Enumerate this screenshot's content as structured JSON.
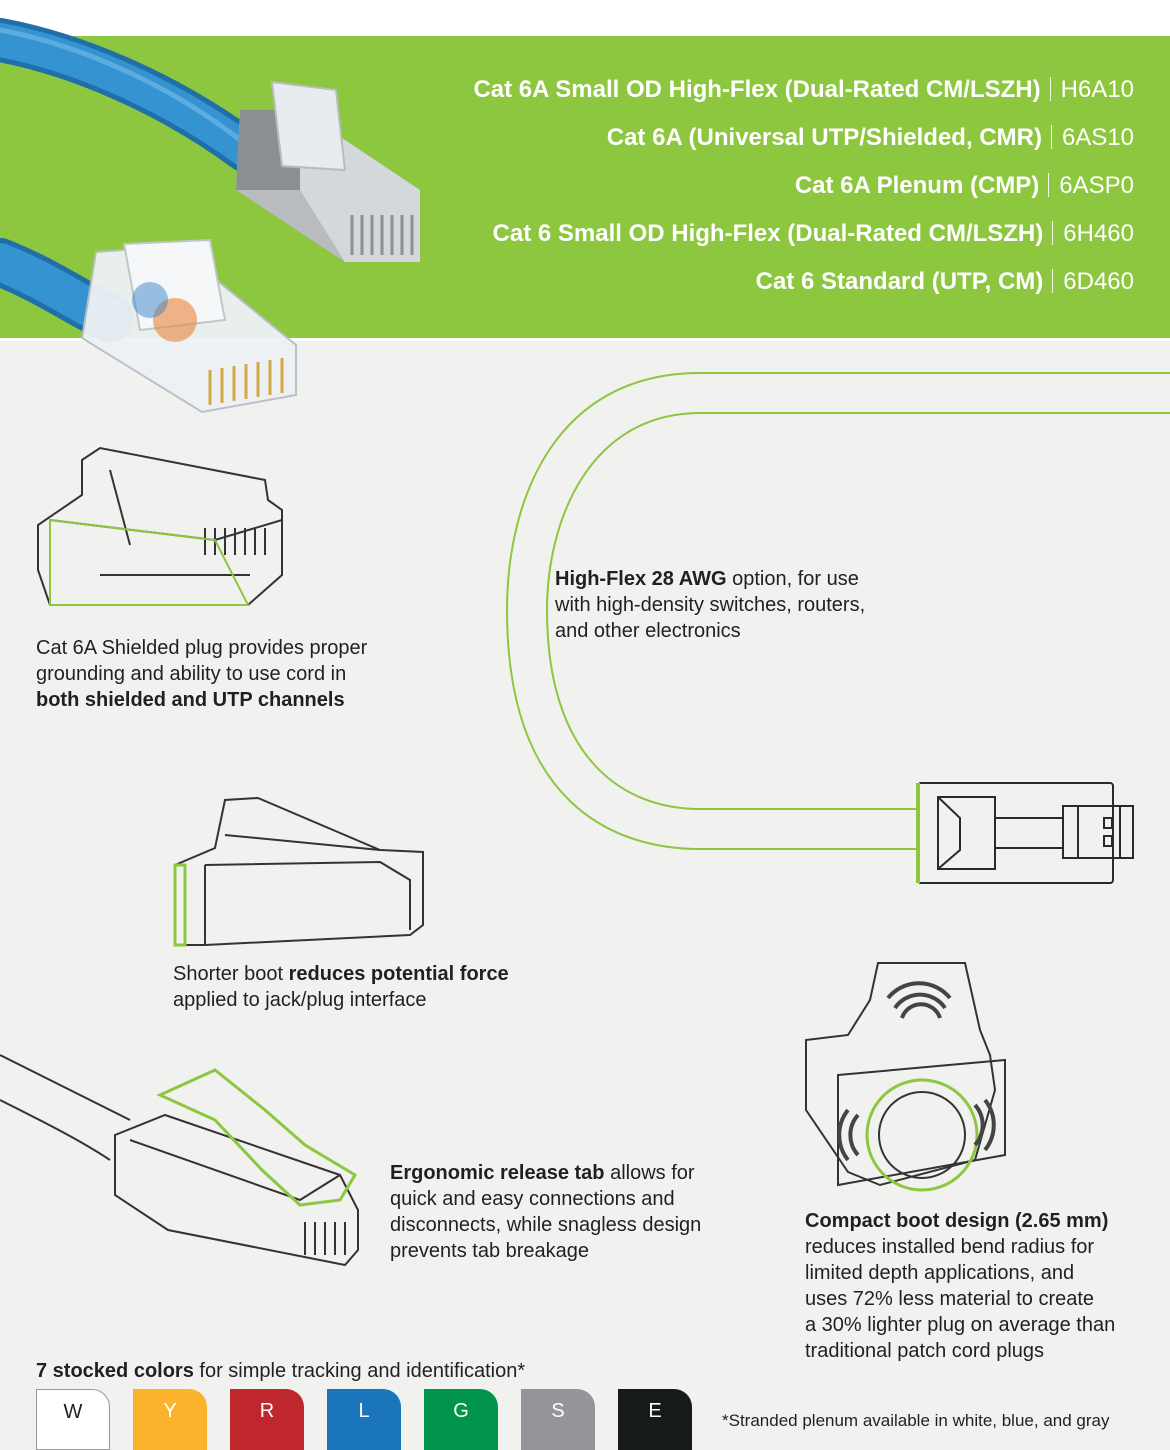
{
  "products": [
    {
      "name": "Cat 6A Small OD High-Flex (Dual-Rated CM/LSZH)",
      "code": "H6A10"
    },
    {
      "name": "Cat 6A (Universal UTP/Shielded, CMR)",
      "code": "6AS10"
    },
    {
      "name": "Cat 6A Plenum (CMP)",
      "code": "6ASP0"
    },
    {
      "name": "Cat 6 Small OD High-Flex (Dual-Rated CM/LSZH)",
      "code": "6H460"
    },
    {
      "name": "Cat 6 Standard (UTP, CM)",
      "code": "6D460"
    }
  ],
  "features": {
    "shielded": {
      "line1": "Cat 6A Shielded plug provides proper",
      "line2": "grounding and ability to use cord in",
      "bold": "both shielded and UTP channels"
    },
    "highflex": {
      "bold": "High-Flex 28 AWG",
      "line1_rest": " option, for use",
      "line2": "with high-density switches, routers,",
      "line3": "and other electronics"
    },
    "boot": {
      "line1_pre": "Shorter boot ",
      "bold": "reduces potential force",
      "line2": "applied to jack/plug interface"
    },
    "tab": {
      "bold": "Ergonomic release tab",
      "line1_rest": " allows for",
      "line2": "quick and easy connections and",
      "line3": "disconnects, while snagless design",
      "line4": "prevents tab breakage"
    },
    "compact": {
      "bold": "Compact boot design (2.65 mm)",
      "line2": "reduces installed bend radius for",
      "line3": "limited depth applications, and",
      "line4": "uses 72% less material to create",
      "line5": "a 30% lighter plug on average than",
      "line6": "traditional patch cord plugs"
    }
  },
  "colors": {
    "heading_bold": "7 stocked colors",
    "heading_rest": " for simple tracking and identification*",
    "swatches": [
      {
        "letter": "W",
        "hex": "#ffffff"
      },
      {
        "letter": "Y",
        "hex": "#fbb32d"
      },
      {
        "letter": "R",
        "hex": "#c0272d"
      },
      {
        "letter": "L",
        "hex": "#1b75bb"
      },
      {
        "letter": "G",
        "hex": "#00954a"
      },
      {
        "letter": "S",
        "hex": "#939598"
      },
      {
        "letter": "E",
        "hex": "#161a1b"
      }
    ],
    "footnote": "*Stranded plenum available in white, blue, and gray"
  },
  "palette": {
    "brand_green": "#8dc63f",
    "cable_blue": "#2b86c5",
    "accent_line": "#8dc63f"
  }
}
